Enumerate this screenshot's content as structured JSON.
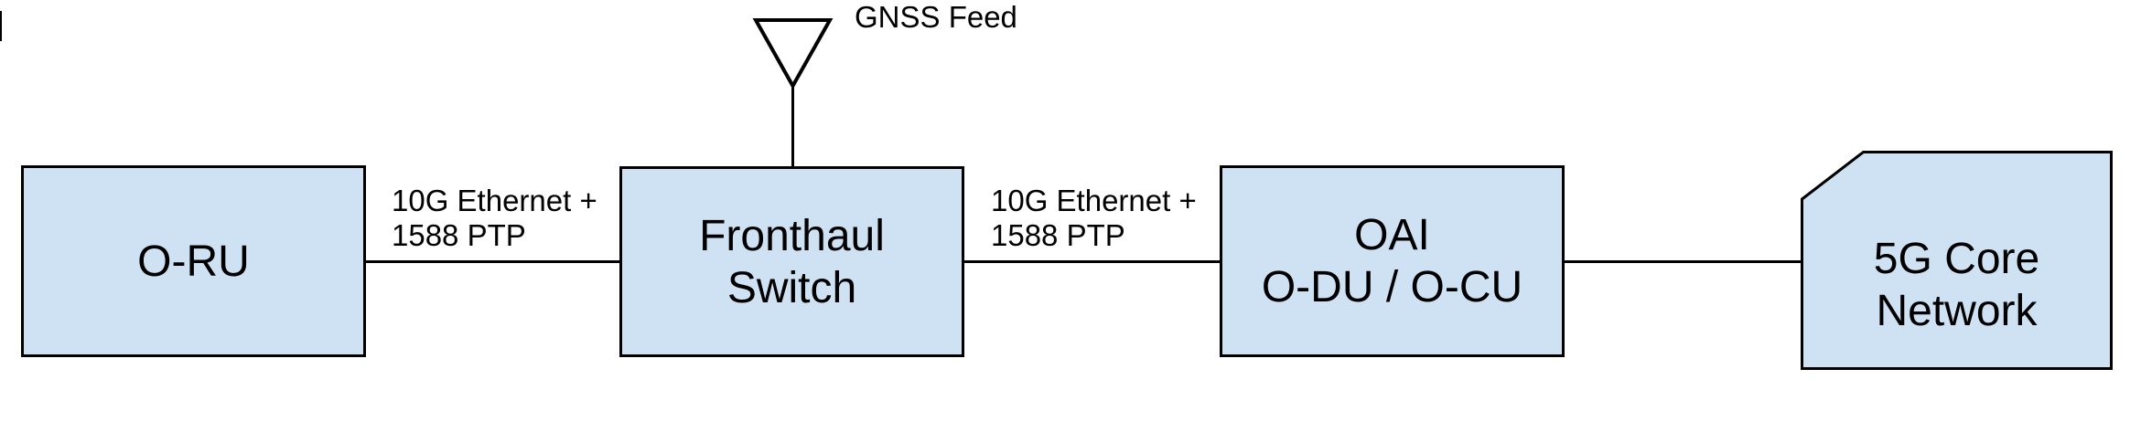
{
  "diagram": {
    "type": "block-diagram",
    "background_color": "#ffffff",
    "node_fill_color": "#cfe2f3",
    "node_border_color": "#000000",
    "line_color": "#000000",
    "text_color": "#000000",
    "nodes": [
      {
        "id": "o-ru",
        "line1": "O-RU",
        "line2": ""
      },
      {
        "id": "fronthaul-switch",
        "line1": "Fronthaul",
        "line2": "Switch"
      },
      {
        "id": "oai-odu-ocu",
        "line1": "OAI",
        "line2": "O-DU / O-CU"
      },
      {
        "id": "5g-core-network",
        "line1": "5G Core",
        "line2": "Network"
      }
    ],
    "links": [
      {
        "from": "O-RU",
        "to": "Fronthaul Switch",
        "label_line1": "10G Ethernet +",
        "label_line2": "1588 PTP"
      },
      {
        "from": "Fronthaul Switch",
        "to": "OAI O-DU / O-CU",
        "label_line1": "10G Ethernet +",
        "label_line2": "1588 PTP"
      },
      {
        "from": "OAI O-DU / O-CU",
        "to": "5G Core Network",
        "label_line1": "",
        "label_line2": ""
      }
    ],
    "antenna": {
      "icon": "gnss-antenna-icon",
      "label": "GNSS Feed",
      "attached_to": "Fronthaul Switch"
    }
  }
}
